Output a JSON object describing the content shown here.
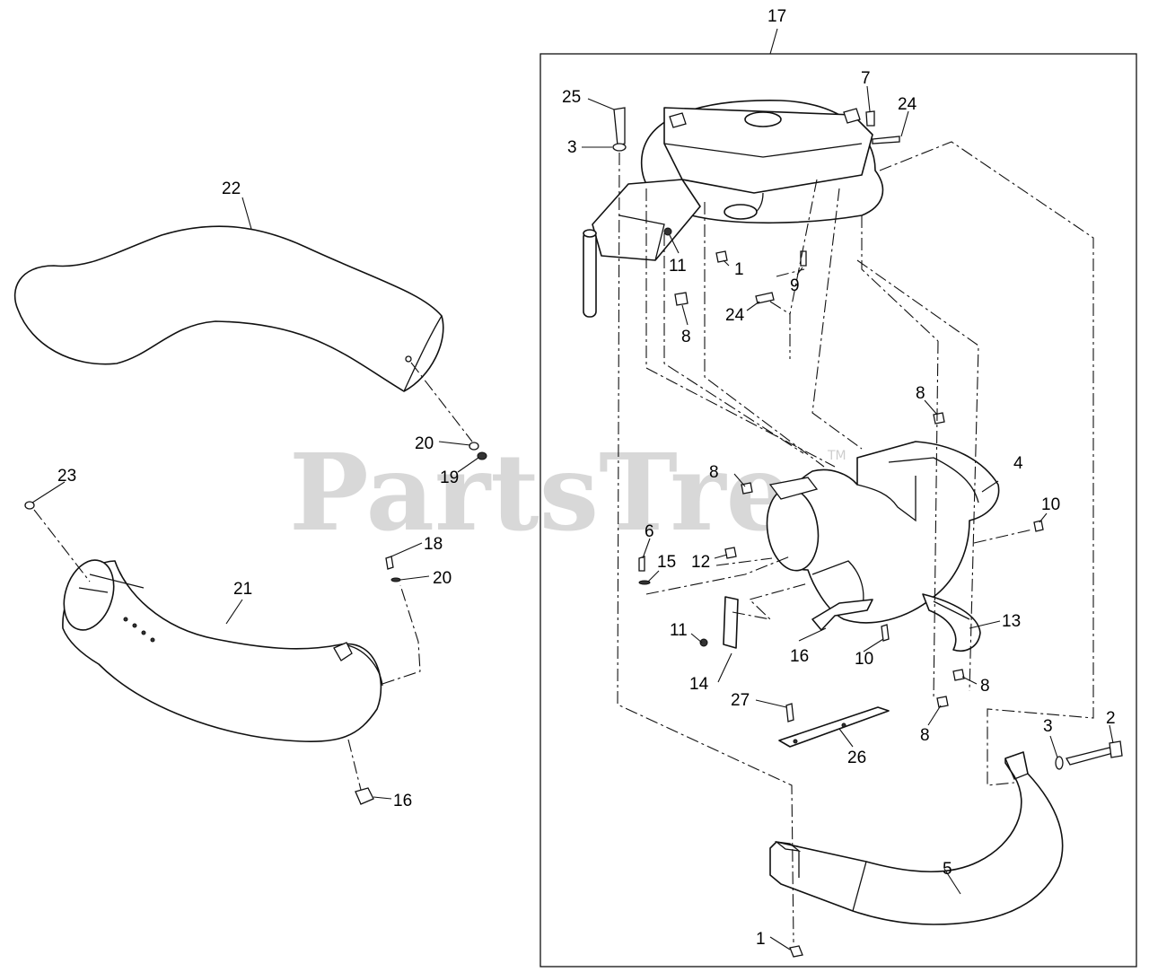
{
  "watermark": {
    "text": "PartsTree",
    "tm": "TM"
  },
  "assembly_label": "17",
  "callouts": [
    {
      "id": "c-22",
      "text": "22"
    },
    {
      "id": "c-23",
      "text": "23"
    },
    {
      "id": "c-21",
      "text": "21"
    },
    {
      "id": "c-18",
      "text": "18"
    },
    {
      "id": "c-20a",
      "text": "20"
    },
    {
      "id": "c-20b",
      "text": "20"
    },
    {
      "id": "c-19",
      "text": "19"
    },
    {
      "id": "c-16a",
      "text": "16"
    },
    {
      "id": "c-25",
      "text": "25"
    },
    {
      "id": "c-3a",
      "text": "3"
    },
    {
      "id": "c-7",
      "text": "7"
    },
    {
      "id": "c-24a",
      "text": "24"
    },
    {
      "id": "c-11a",
      "text": "11"
    },
    {
      "id": "c-1a",
      "text": "1"
    },
    {
      "id": "c-9",
      "text": "9"
    },
    {
      "id": "c-24b",
      "text": "24"
    },
    {
      "id": "c-8a",
      "text": "8"
    },
    {
      "id": "c-8b",
      "text": "8"
    },
    {
      "id": "c-8c",
      "text": "8"
    },
    {
      "id": "c-4",
      "text": "4"
    },
    {
      "id": "c-10a",
      "text": "10"
    },
    {
      "id": "c-6",
      "text": "6"
    },
    {
      "id": "c-15",
      "text": "15"
    },
    {
      "id": "c-12",
      "text": "12"
    },
    {
      "id": "c-13",
      "text": "13"
    },
    {
      "id": "c-11b",
      "text": "11"
    },
    {
      "id": "c-16b",
      "text": "16"
    },
    {
      "id": "c-10b",
      "text": "10"
    },
    {
      "id": "c-14",
      "text": "14"
    },
    {
      "id": "c-8d",
      "text": "8"
    },
    {
      "id": "c-27",
      "text": "27"
    },
    {
      "id": "c-8e",
      "text": "8"
    },
    {
      "id": "c-26",
      "text": "26"
    },
    {
      "id": "c-3b",
      "text": "3"
    },
    {
      "id": "c-2",
      "text": "2"
    },
    {
      "id": "c-5",
      "text": "5"
    },
    {
      "id": "c-1b",
      "text": "1"
    }
  ]
}
